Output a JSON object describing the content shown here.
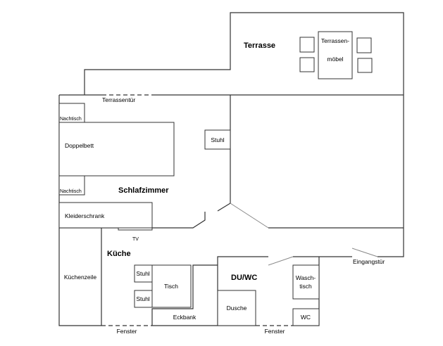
{
  "rooms": {
    "terrace": "Terrasse",
    "bedroom": "Schlafzimmer",
    "kitchen": "Küche",
    "bathroom": "DU/WC"
  },
  "furniture": {
    "terrace_furniture_line1": "Terrassen-",
    "terrace_furniture_line2": "möbel",
    "nightstand_top": "Nachtisch",
    "nightstand_bottom": "Nachtisch",
    "double_bed": "Doppelbett",
    "wardrobe": "Kleiderschrank",
    "chair_bedroom": "Stuhl",
    "tv": "TV",
    "kitchenette": "Küchenzeile",
    "chair_1": "Stuhl",
    "chair_2": "Stuhl",
    "table": "Tisch",
    "corner_bench": "Eckbank",
    "shower": "Dusche",
    "washbasin_line1": "Wasch-",
    "washbasin_line2": "tisch",
    "toilet": "WC"
  },
  "openings": {
    "terrace_door": "Terrassentür",
    "window_kitchen": "Fenster",
    "window_bathroom": "Fenster",
    "entrance_door": "Eingangstür"
  }
}
